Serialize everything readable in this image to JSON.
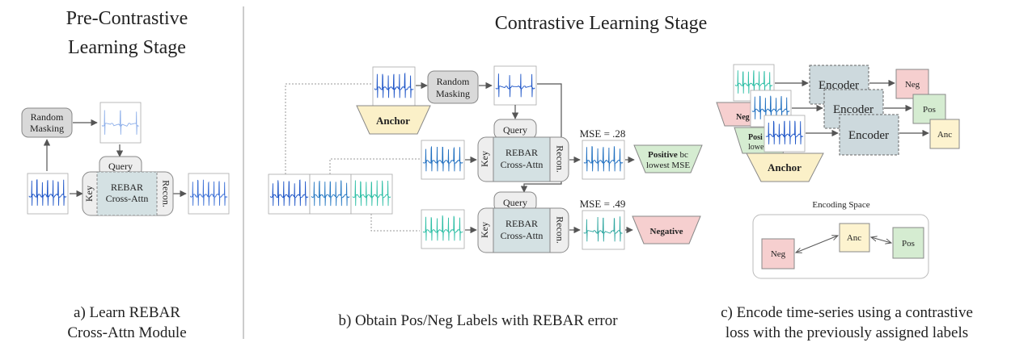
{
  "panel_a": {
    "title_line1": "Pre-Contrastive",
    "title_line2": "Learning Stage",
    "masking_line1": "Random",
    "masking_line2": "Masking",
    "query": "Query",
    "key": "Key",
    "module_line1": "REBAR",
    "module_line2": "Cross-Attn",
    "recon": "Recon.",
    "caption_line1": "a) Learn REBAR",
    "caption_line2": "Cross-Attn Module"
  },
  "panel_b": {
    "title": "Contrastive Learning Stage",
    "masking_line1": "Random",
    "masking_line2": "Masking",
    "anchor": "Anchor",
    "query": "Query",
    "key": "Key",
    "module_line1": "REBAR",
    "module_line2": "Cross-Attn",
    "recon": "Recon.",
    "mse_top": "MSE = .28",
    "mse_bottom": "MSE = .49",
    "positive_bold": "Positive",
    "positive_rest": " bc",
    "positive_line2": "lowest MSE",
    "negative": "Negative",
    "caption": "b) Obtain Pos/Neg Labels with REBAR error"
  },
  "panel_c": {
    "encoder": "Encoder",
    "neg": "Neg",
    "pos": "Pos",
    "anc": "Anc",
    "peek_neg": "Neg",
    "peek_pos_line1": "Posi",
    "peek_pos_line2": "lowe",
    "anchor": "Anchor",
    "space_title": "Encoding Space",
    "space_neg": "Neg",
    "space_anc": "Anc",
    "space_pos": "Pos",
    "caption_line1": "c) Encode time-series using a contrastive",
    "caption_line2": "loss with the previously assigned labels"
  },
  "colors": {
    "signal_blue": "#1f56c8",
    "signal_light": "#8fb0ea",
    "signal_teal": "#2fbfa6",
    "masking_fill": "#d9d9d9",
    "module_fill": "#d4e1e3",
    "module_box": "#eeeeee",
    "anchor_fill": "#fbf0c8",
    "pos_fill": "#d5ecd1",
    "neg_fill": "#f6cfcf",
    "anc_fill": "#fdf3cf",
    "encoder_fill": "#cdd9dd"
  }
}
